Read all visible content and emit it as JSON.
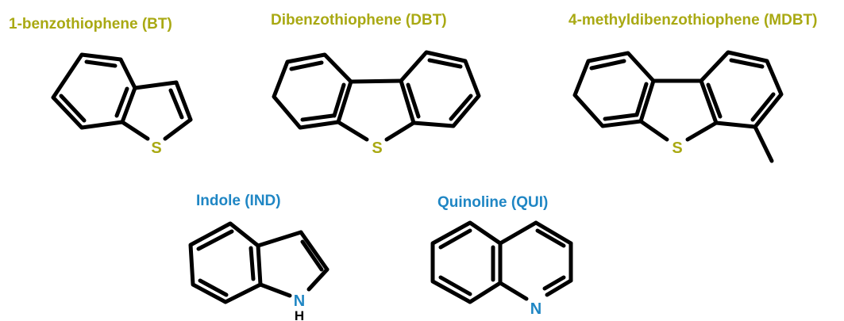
{
  "colors": {
    "sulfur_class": "#a9a913",
    "nitrogen_class": "#1f86c4",
    "bond": "#000000"
  },
  "molecules": [
    {
      "id": "bt",
      "label": "1-benzothiophene (BT)",
      "heteroatom": "S"
    },
    {
      "id": "dbt",
      "label": "Dibenzothiophene (DBT)",
      "heteroatom": "S"
    },
    {
      "id": "mdbt",
      "label": "4-methyldibenzothiophene (MDBT)",
      "heteroatom": "S"
    },
    {
      "id": "ind",
      "label": "Indole (IND)",
      "heteroatom": "N",
      "hydrogen": "H"
    },
    {
      "id": "qui",
      "label": "Quinoline (QUI)",
      "heteroatom": "N"
    }
  ]
}
